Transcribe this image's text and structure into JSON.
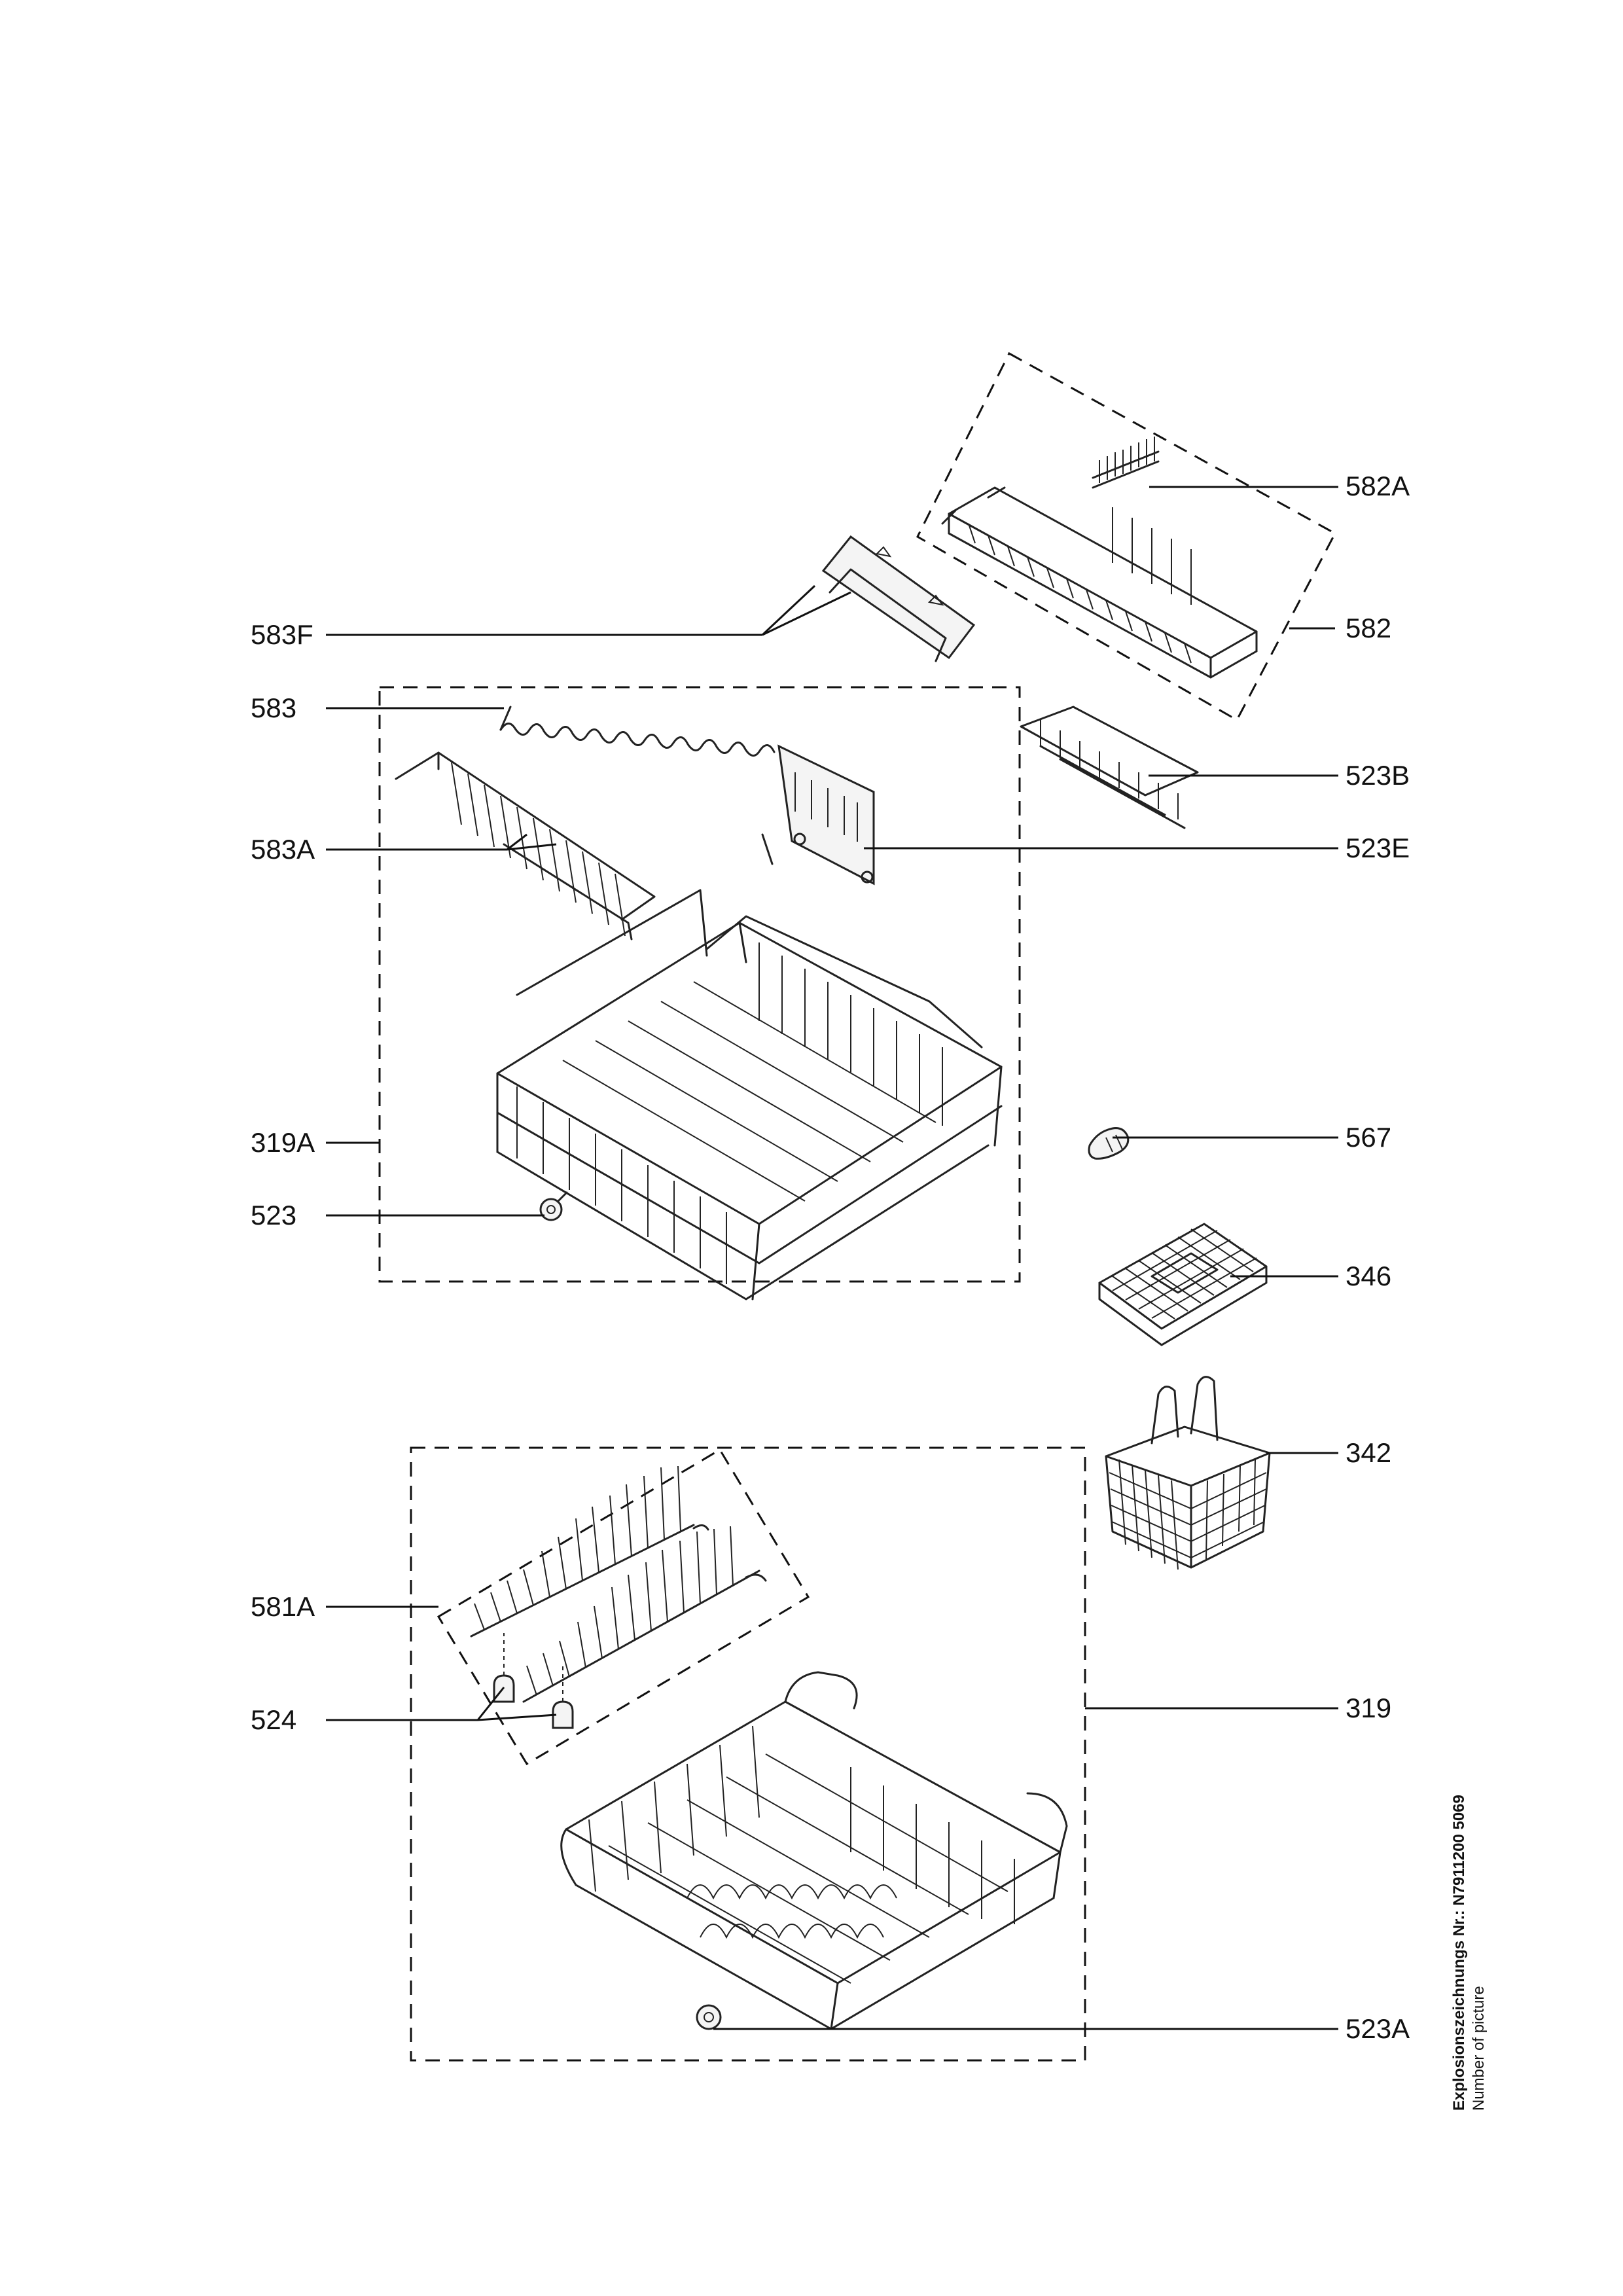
{
  "labels": {
    "p582A": "582A",
    "p582": "582",
    "p583F": "583F",
    "p583": "583",
    "p523B": "523B",
    "p583A": "583A",
    "p523E": "523E",
    "p319A": "319A",
    "p567": "567",
    "p523": "523",
    "p346": "346",
    "p342": "342",
    "p581A": "581A",
    "p524": "524",
    "p319": "319",
    "p523A": "523A"
  },
  "caption": {
    "title": "Explosionszeichnungs Nr.: N7911200 5069",
    "subtitle": "Number of picture"
  }
}
